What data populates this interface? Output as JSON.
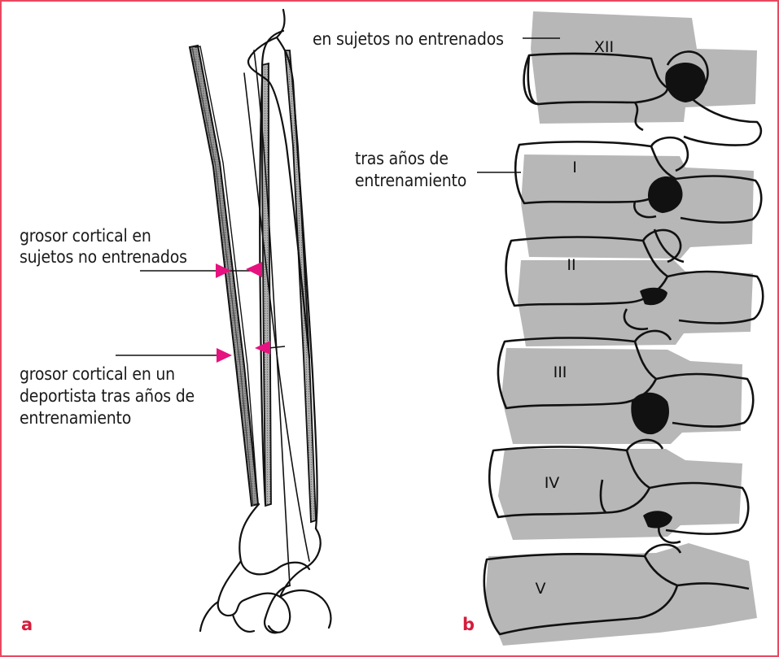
{
  "panel_a": {
    "letter": "a",
    "label_untrained_line1": "grosor cortical en",
    "label_untrained_line2": "sujetos no entrenados",
    "label_trained_line1": "grosor cortical en un",
    "label_trained_line2": "deportista tras años de",
    "label_trained_line3": "entrenamiento"
  },
  "panel_b": {
    "letter": "b",
    "label_untrained": "en sujetos no entrenados",
    "label_trained_line1": "tras años de",
    "label_trained_line2": "entrenamiento",
    "vertebrae": [
      "XII",
      "I",
      "II",
      "III",
      "IV",
      "V"
    ]
  },
  "colors": {
    "frame": "#e8485f",
    "arrow": "#e6127f",
    "panel_letter": "#d61c3b",
    "shadow": "#b7b7b7",
    "line": "#111111"
  }
}
